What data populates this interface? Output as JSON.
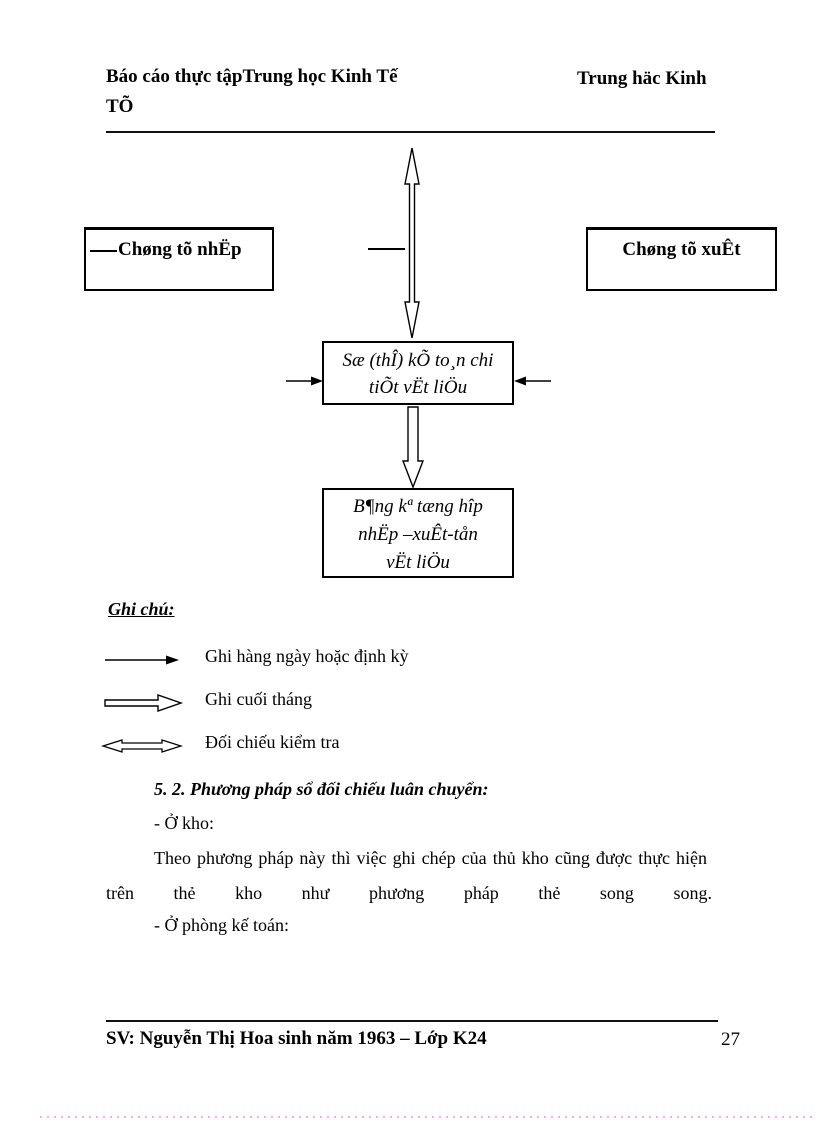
{
  "header": {
    "line1_left": "Báo cáo thực tậpTrung học Kinh Tế",
    "line1_right": "Trung häc Kinh",
    "line2": "TÕ"
  },
  "diagram": {
    "receipt_box": "Chøng tõ nhËp",
    "issue_box": "Chøng tõ xuÊt",
    "ledger_box_line1": "Sæ (thÎ) kÕ to¸n chi",
    "ledger_box_line2": "tiÕt vËt liÖu",
    "summary_box_line1": "B¶ng kª tæng hîp",
    "summary_box_line2": "nhËp –xuÊt-tån",
    "summary_box_line3": "vËt liÖu"
  },
  "legend": {
    "title": "Ghi chú:",
    "items": [
      {
        "icon": "solid-arrow-right-icon",
        "label": "Ghi hàng ngày hoặc định kỳ"
      },
      {
        "icon": "hollow-arrow-right-icon",
        "label": "Ghi cuối tháng"
      },
      {
        "icon": "hollow-double-arrow-icon",
        "label": "Đối chiếu kiểm tra"
      }
    ]
  },
  "body": {
    "heading": "5. 2. Phương pháp sổ đối chiếu luân chuyển:",
    "line_kho": "- Ở kho:",
    "para_line1": "Theo phương pháp này thì việc ghi chép của thủ kho cũng được thực hiện",
    "para_line2": "trên thẻ kho như phương pháp thẻ song song.",
    "line_ketoan": "- Ở phòng kế toán:"
  },
  "footer": {
    "student": "SV: Nguyễn Thị Hoa sinh năm 1963 – Lớp K24",
    "page_number": "27"
  },
  "colors": {
    "ink": "#000000",
    "dotted_line": "#ffaede"
  }
}
